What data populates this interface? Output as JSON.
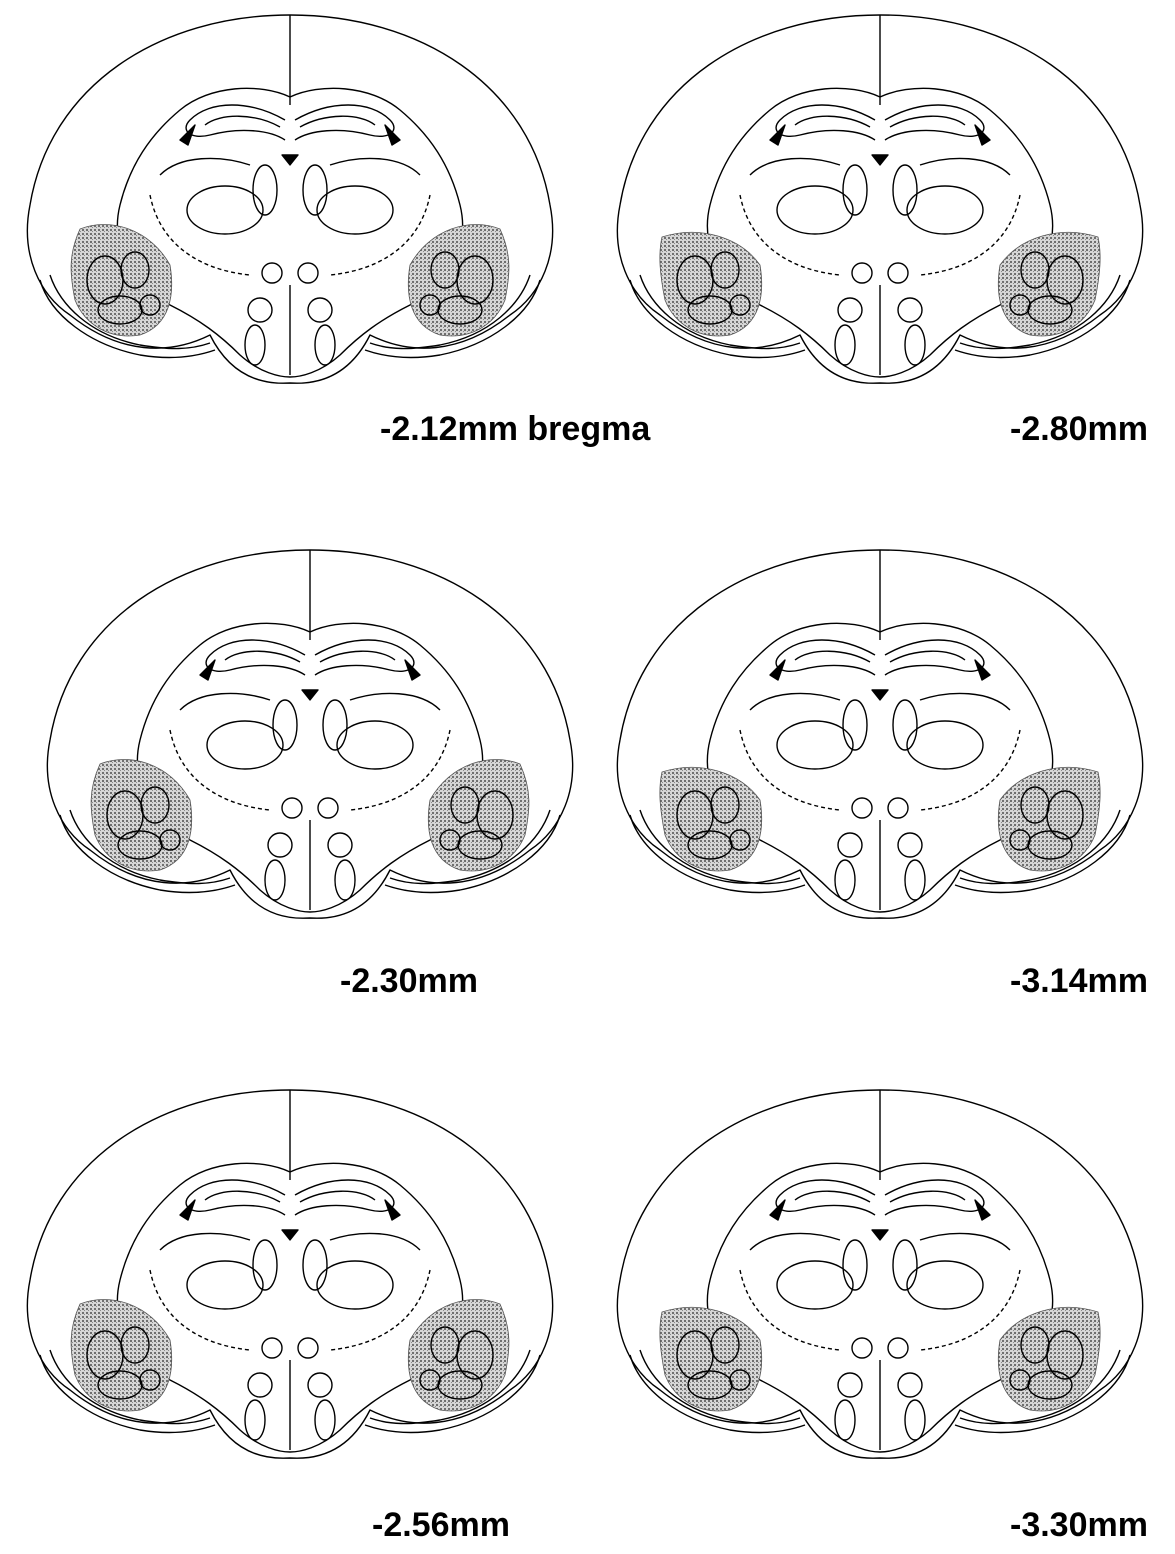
{
  "figure": {
    "sections": [
      {
        "label": "-2.12mm bregma"
      },
      {
        "label": "-2.80mm"
      },
      {
        "label": "-2.30mm"
      },
      {
        "label": "-3.14mm"
      },
      {
        "label": "-2.56mm"
      },
      {
        "label": "-3.30mm"
      }
    ],
    "colors": {
      "line": "#000000",
      "shading": "#8a8a8a",
      "background": "#ffffff"
    }
  }
}
